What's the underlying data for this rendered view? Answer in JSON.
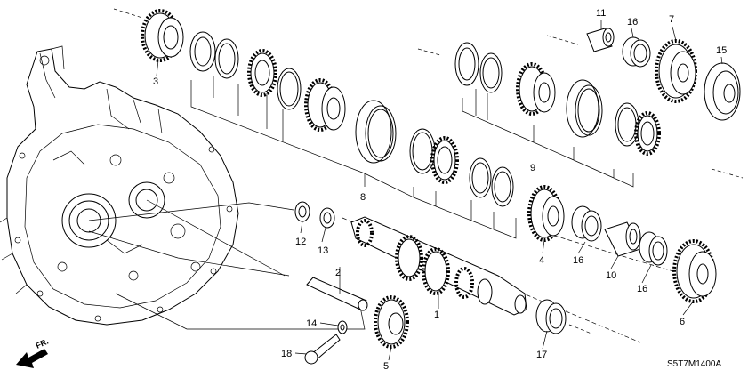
{
  "diagram": {
    "code": "S5T7M1400A",
    "fr_label": "FR.",
    "callouts": [
      "1",
      "2",
      "3",
      "4",
      "5",
      "6",
      "7",
      "8",
      "9",
      "10",
      "11",
      "12",
      "13",
      "14",
      "15",
      "16",
      "16",
      "16",
      "17",
      "18"
    ]
  }
}
